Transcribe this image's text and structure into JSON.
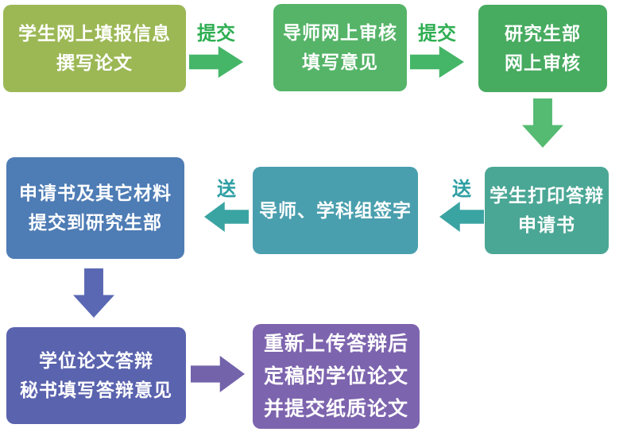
{
  "diagram_title": "graduate-thesis-defense-process-flowchart",
  "boxes": [
    {
      "name": "student-fill-info",
      "lines": [
        "学生网上填报信息",
        "撰写论文"
      ],
      "bg": "#9cb855"
    },
    {
      "name": "supervisor-online-review",
      "lines": [
        "导师网上审核",
        "填写意见"
      ],
      "bg": "#55b468"
    },
    {
      "name": "graduate-dept-review",
      "lines": [
        "研究生部",
        "网上审核"
      ],
      "bg": "#47ab60"
    },
    {
      "name": "student-print-application",
      "lines": [
        "学生打印答辩",
        "申请书"
      ],
      "bg": "#4ba795"
    },
    {
      "name": "supervisor-group-sign",
      "lines": [
        "导师、学科组签字"
      ],
      "bg": "#4a9fae"
    },
    {
      "name": "submit-materials-to-dept",
      "lines": [
        "申请书及其它材料",
        "提交到研究生部"
      ],
      "bg": "#4e7cb5"
    },
    {
      "name": "thesis-defense",
      "lines": [
        "学位论文答辩",
        "秘书填写答辩意见"
      ],
      "bg": "#5a63ae"
    },
    {
      "name": "reupload-final-thesis",
      "lines": [
        "重新上传答辩后",
        "定稿的学位论文",
        "并提交纸质论文"
      ],
      "bg": "#7d64ae"
    }
  ],
  "arrows": [
    {
      "name": "submit-arrow-1",
      "direction": "right",
      "label": "提交",
      "color": "#45b668",
      "label_color": "#2fae52"
    },
    {
      "name": "submit-arrow-2",
      "direction": "right",
      "label": "提交",
      "color": "#45b668",
      "label_color": "#2fae52"
    },
    {
      "name": "down-arrow-right",
      "direction": "down",
      "label": "",
      "color": "#55bb72",
      "label_color": ""
    },
    {
      "name": "send-arrow-1",
      "direction": "left",
      "label": "送",
      "color": "#3aa4a2",
      "label_color": "#2e9fa3"
    },
    {
      "name": "send-arrow-2",
      "direction": "left",
      "label": "送",
      "color": "#3aa4a2",
      "label_color": "#2e9fa3"
    },
    {
      "name": "down-arrow-left",
      "direction": "down",
      "label": "",
      "color": "#5a68b3",
      "label_color": ""
    },
    {
      "name": "forward-arrow-bottom",
      "direction": "right",
      "label": "",
      "color": "#7363ab",
      "label_color": ""
    }
  ]
}
